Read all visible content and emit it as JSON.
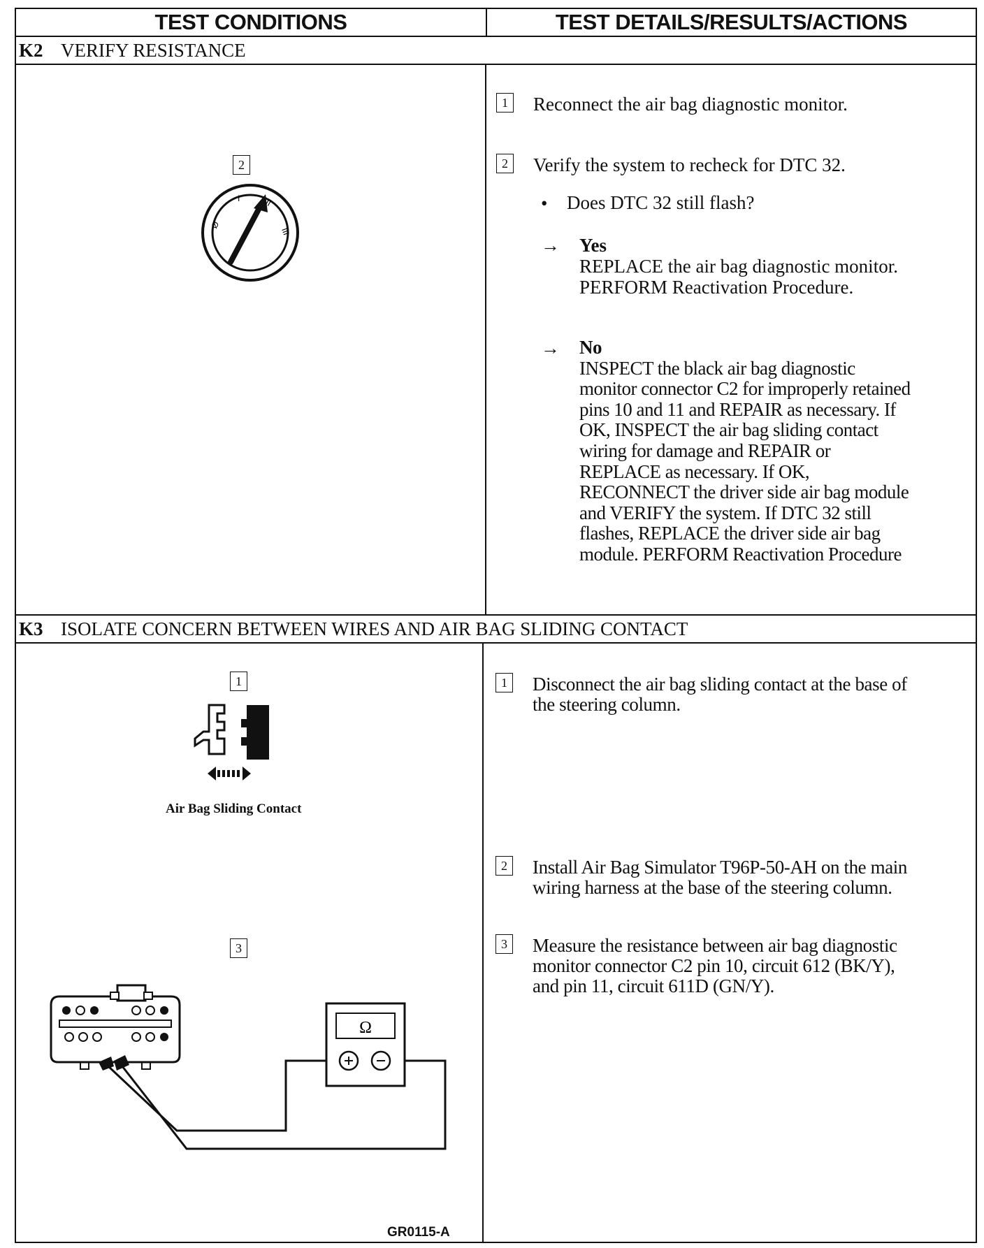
{
  "header": {
    "left": "TEST CONDITIONS",
    "right": "TEST DETAILS/RESULTS/ACTIONS"
  },
  "k2": {
    "code": "K2",
    "title": "VERIFY RESISTANCE",
    "figure_callout": "2",
    "steps": [
      {
        "num": "1",
        "text": "Reconnect the air bag diagnostic monitor."
      },
      {
        "num": "2",
        "text": "Verify the system to recheck for DTC 32."
      }
    ],
    "question": "Does DTC 32 still flash?",
    "results": [
      {
        "label": "Yes",
        "lines": [
          "REPLACE the air bag diagnostic monitor.",
          "PERFORM Reactivation Procedure."
        ]
      },
      {
        "label": "No",
        "lines": [
          "INSPECT the black air bag diagnostic",
          "monitor connector C2 for improperly retained",
          "pins 10 and 11 and REPAIR as necessary. If",
          "OK, INSPECT the air bag sliding contact",
          "wiring for damage and REPAIR or",
          "REPLACE as necessary.  If OK,",
          "RECONNECT the driver side air bag module",
          "and VERIFY the system. If DTC 32 still",
          "flashes, REPLACE the driver side air bag",
          "module. PERFORM Reactivation Procedure"
        ]
      }
    ]
  },
  "k3": {
    "code": "K3",
    "title": "ISOLATE CONCERN BETWEEN WIRES AND AIR BAG SLIDING CONTACT",
    "figure_callouts": [
      "1",
      "3"
    ],
    "figure_caption": "Air Bag Sliding Contact",
    "meter_symbol": "Ω",
    "figure_id": "GR0115-A",
    "steps": [
      {
        "num": "1",
        "lines": [
          "Disconnect the air bag sliding contact at the base of",
          "the steering column."
        ]
      },
      {
        "num": "2",
        "lines": [
          "Install Air Bag Simulator T96P-50-AH on the main",
          "wiring harness at the base of the steering column."
        ]
      },
      {
        "num": "3",
        "lines": [
          "Measure the resistance between air bag diagnostic",
          "monitor connector C2 pin 10, circuit 612 (BK/Y),",
          "and pin 11, circuit 611D (GN/Y)."
        ]
      }
    ]
  }
}
